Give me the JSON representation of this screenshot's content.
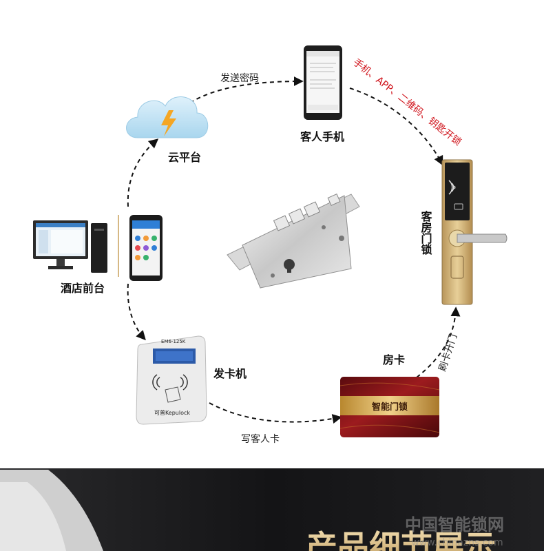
{
  "nodes": {
    "cloud": "云平台",
    "phone": "客人手机",
    "frontdesk": "酒店前台",
    "encoder": "发卡机",
    "card": "房卡",
    "doorlock": "客房门锁"
  },
  "edges": {
    "send_password": "发送密码",
    "unlock_methods": "手机、APP、二维码、钥匙开锁",
    "write_card": "写客人卡",
    "swipe_open": "刷卡开门"
  },
  "device_text": {
    "encoder_model": "EM6-125K",
    "encoder_brand": "可普Kepulock",
    "card_face": "智能门锁"
  },
  "banner": {
    "title": "产品细节展示",
    "watermark_cn": "中国智能锁网",
    "watermark_url": "www.chinazns.com"
  },
  "colors": {
    "accent_red": "#d0141c",
    "lock_gold": "#c9a96a",
    "banner_dark": "#1b1b1d"
  }
}
